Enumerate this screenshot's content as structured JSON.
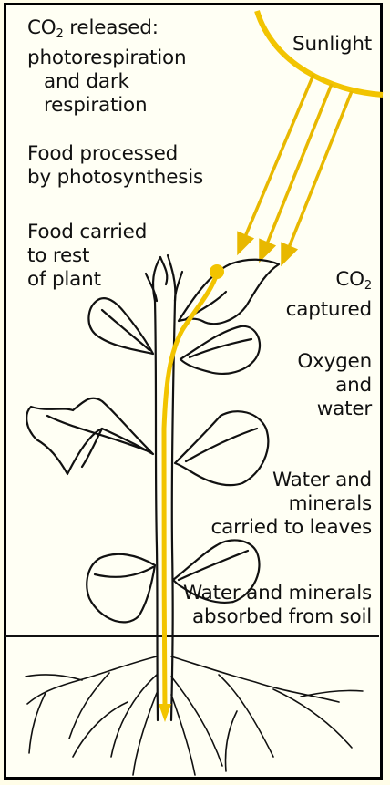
{
  "labels": {
    "co2_released": {
      "co2_prefix": "CO",
      "co2_sub": "2",
      "line1_rest": " released:",
      "line2": "photorespiration",
      "line3": "and dark",
      "line4": "respiration"
    },
    "sunlight": "Sunlight",
    "food_processed": {
      "line1": "Food processed",
      "line2": "by photosynthesis"
    },
    "food_carried": {
      "line1": "Food carried",
      "line2": "to rest",
      "line3": "of plant"
    },
    "co2_captured": {
      "co2_prefix": "CO",
      "co2_sub": "2",
      "line2": "captured"
    },
    "oxygen_water": {
      "line1": "Oxygen",
      "line2": "and",
      "line3": "water"
    },
    "water_minerals_carried": {
      "line1": "Water and",
      "line2": "minerals",
      "line3": "carried to leaves"
    },
    "water_minerals_absorbed": {
      "line1": "Water and minerals",
      "line2": "absorbed from soil"
    }
  },
  "colors": {
    "background": "#fffff4",
    "border": "#000000",
    "sun_and_flow": "#f2c400",
    "plant_outline": "#111111"
  },
  "icons": [
    "sun-icon",
    "sunlight-rays-icon",
    "plant-illustration",
    "soil-line",
    "roots-illustration"
  ]
}
